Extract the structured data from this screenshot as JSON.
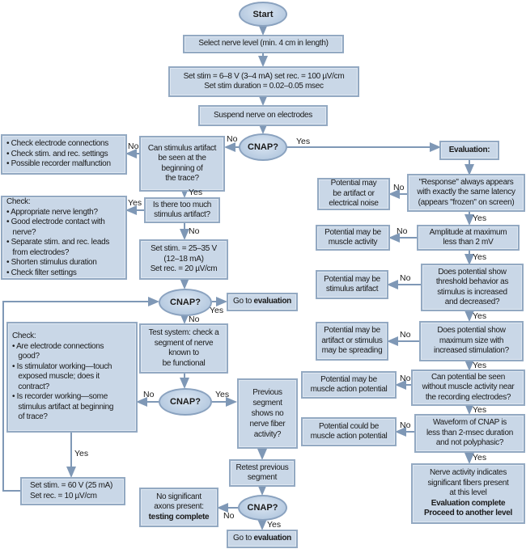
{
  "colors": {
    "box": "#c9d7e7",
    "border": "#93a9c2",
    "arrow": "#7f98b6"
  },
  "nodes": {
    "start": "Start",
    "select": "Select nerve level (min. 4 cm in length)",
    "set_stim1": "Set stim = 6–8 V (3–4 mA) set rec. = 100 µV/cm\nSet stim duration = 0.02–0.05 msec",
    "suspend": "Suspend nerve on electrodes",
    "cnap1": "CNAP?",
    "can_artifact": "Can stimulus artifact\nbe seen at the\nbeginning of\nthe trace?",
    "check_electrode": "• Check electrode connections\n• Check stim. and rec. settings\n• Possible recorder malfunction",
    "too_much": "Is there too much\nstimulus artifact?",
    "check_list1": "Check:\n• Appropriate nerve length?\n• Good electrode contact with\n   nerve?\n• Separate stim. and rec. leads\n   from electrodes?\n• Shorten stimulus duration\n• Check filter settings",
    "set_stim2": "Set stim. = 25–35 V\n(12–18 mA)\nSet rec. = 20 µV/cm",
    "cnap2": "CNAP?",
    "goto_eval1": {
      "prefix": "Go to ",
      "bold": "evaluation"
    },
    "test_system": "Test system: check a\nsegment of nerve\nknown to\nbe functional",
    "check_list2": "Check:\n• Are electrode connections\n   good?\n• Is stimulator working—touch\n   exposed muscle; does it\n   contract?\n• Is recorder working—some\n   stimulus artifact at beginning\n   of trace?",
    "cnap3": "CNAP?",
    "previous_segment": "Previous\nsegment\nshows no\nnerve fiber\nactivity?",
    "set_stim3": "Set stim. = 60 V (25 mA)\nSet rec. = 10 µV/cm",
    "retest": "Retest previous\nsegment",
    "cnap4": "CNAP?",
    "no_axons": {
      "text": "No significant\naxons present:",
      "bold": "testing complete"
    },
    "goto_eval2": {
      "prefix": "Go to ",
      "bold": "evaluation"
    },
    "evaluation": "Evaluation:",
    "response": "\"Response\" always appears\nwith exactly the same latency\n(appears \"frozen\" on screen)",
    "artifact_noise": "Potential may\nbe artifact or\nelectrical noise",
    "amplitude": "Amplitude at maximum\nless than 2 mV",
    "muscle_activity": "Potential may be\nmuscle activity",
    "threshold": "Does potential show\nthreshold behavior as\nstimulus is increased\nand decreased?",
    "stim_artifact": "Potential may be\nstimulus artifact",
    "max_size": "Does potential show\nmaximum size with\nincreased stimulation?",
    "spreading": "Potential may be\nartifact or stimulus\nmay be spreading",
    "without_muscle": "Can potential be seen\nwithout muscle activity near\nthe recording electrodes?",
    "muscle_ap1": "Potential may be\nmuscle action potential",
    "waveform": "Waveform of CNAP is\nless than 2-msec duration\nand not polyphasic?",
    "muscle_ap2": "Potential could be\nmuscle action potential",
    "nerve_activity": {
      "text": "Nerve activity indicates\nsignificant fibers present\nat this level",
      "bold": "Evaluation complete\nProceed to another level"
    }
  },
  "labels": {
    "yes": "Yes",
    "no": "No"
  }
}
